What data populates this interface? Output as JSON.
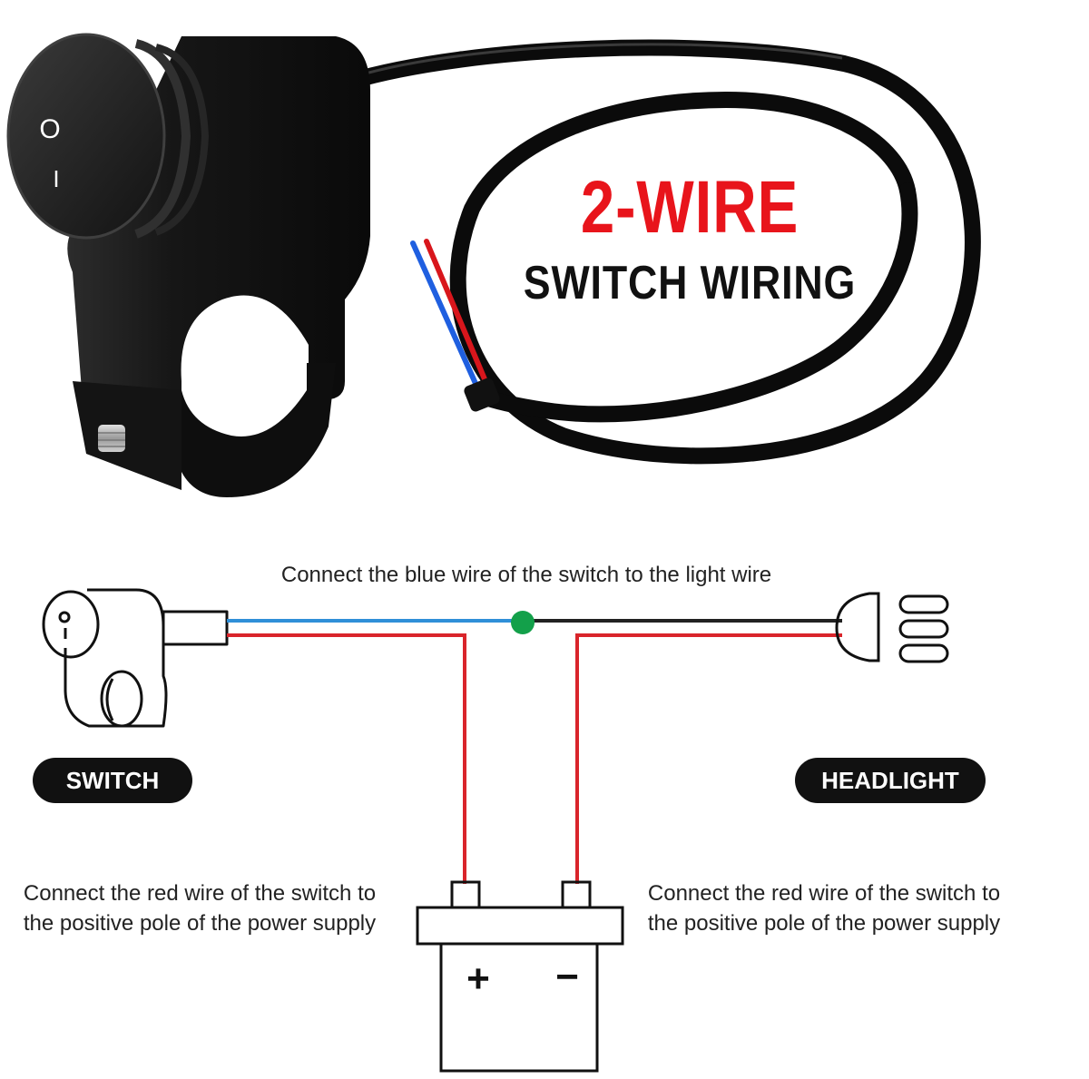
{
  "title": {
    "line1": "2-WIRE",
    "line2": "SWITCH WIRING"
  },
  "switch_face": {
    "off_symbol": "O",
    "on_symbol": "I"
  },
  "diagram": {
    "top_caption": "Connect the blue wire of the switch to the light wire",
    "switch_label": "SWITCH",
    "headlight_label": "HEADLIGHT",
    "left_caption": "Connect the red wire of the switch to the positive pole of the power supply",
    "right_caption": "Connect the red wire of the switch to the positive pole of the power supply",
    "battery_positive": "+",
    "battery_negative": "−"
  },
  "colors": {
    "title_red": "#e8141b",
    "title_black": "#111111",
    "wire_blue": "#2f8fd8",
    "wire_red": "#d9252b",
    "wire_black": "#222222",
    "junction_green": "#13a04a",
    "label_pill": "#111111"
  },
  "icons": [
    "rocker-switch-icon",
    "switch-outline-icon",
    "headlight-icon",
    "battery-icon",
    "junction-dot-icon"
  ]
}
